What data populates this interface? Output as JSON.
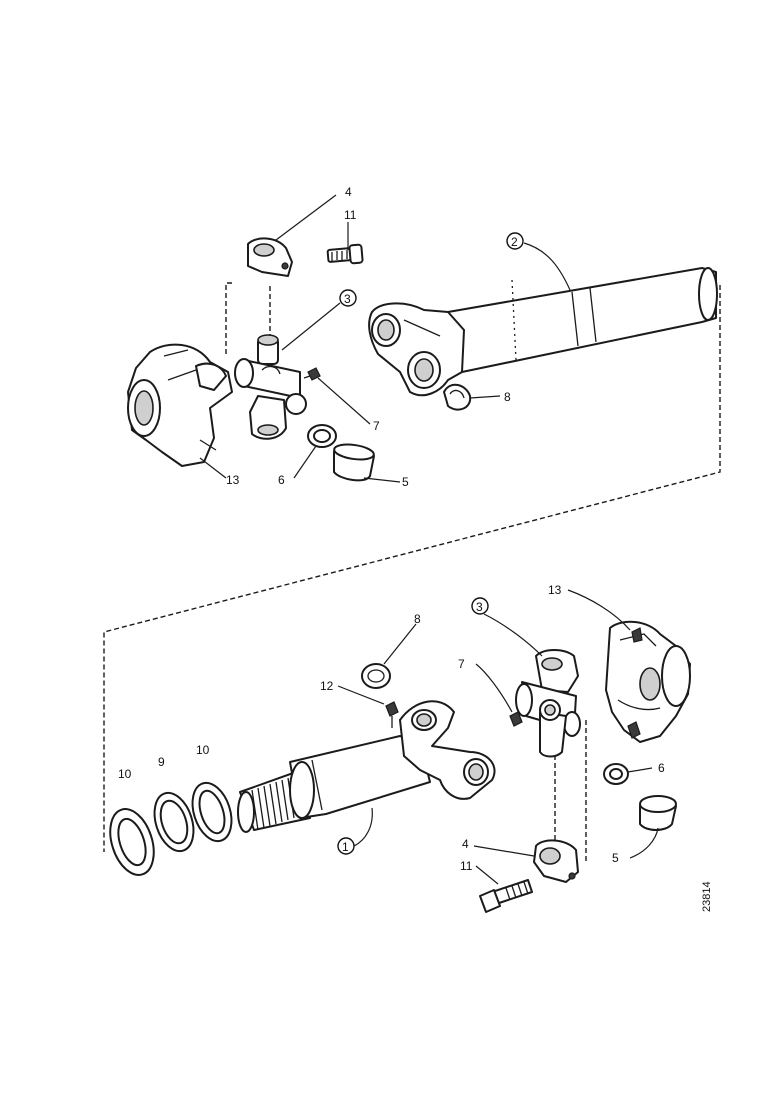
{
  "figure_number": "23814",
  "upper_assembly": {
    "callouts": [
      {
        "id": "u-4",
        "text": "4",
        "circled": false
      },
      {
        "id": "u-11",
        "text": "11",
        "circled": false
      },
      {
        "id": "u-2",
        "text": "2",
        "circled": true
      },
      {
        "id": "u-3",
        "text": "3",
        "circled": true
      },
      {
        "id": "u-7",
        "text": "7",
        "circled": false
      },
      {
        "id": "u-8",
        "text": "8",
        "circled": false
      },
      {
        "id": "u-13",
        "text": "13",
        "circled": false
      },
      {
        "id": "u-6",
        "text": "6",
        "circled": false
      },
      {
        "id": "u-5",
        "text": "5",
        "circled": false
      }
    ]
  },
  "lower_assembly": {
    "callouts": [
      {
        "id": "l-13",
        "text": "13",
        "circled": false
      },
      {
        "id": "l-3",
        "text": "3",
        "circled": true
      },
      {
        "id": "l-8",
        "text": "8",
        "circled": false
      },
      {
        "id": "l-7",
        "text": "7",
        "circled": false
      },
      {
        "id": "l-12",
        "text": "12",
        "circled": false
      },
      {
        "id": "l-10a",
        "text": "10",
        "circled": false
      },
      {
        "id": "l-9",
        "text": "9",
        "circled": false
      },
      {
        "id": "l-10b",
        "text": "10",
        "circled": false
      },
      {
        "id": "l-6",
        "text": "6",
        "circled": false
      },
      {
        "id": "l-1",
        "text": "1",
        "circled": true
      },
      {
        "id": "l-4",
        "text": "4",
        "circled": false
      },
      {
        "id": "l-11",
        "text": "11",
        "circled": false
      },
      {
        "id": "l-5",
        "text": "5",
        "circled": false
      }
    ]
  }
}
